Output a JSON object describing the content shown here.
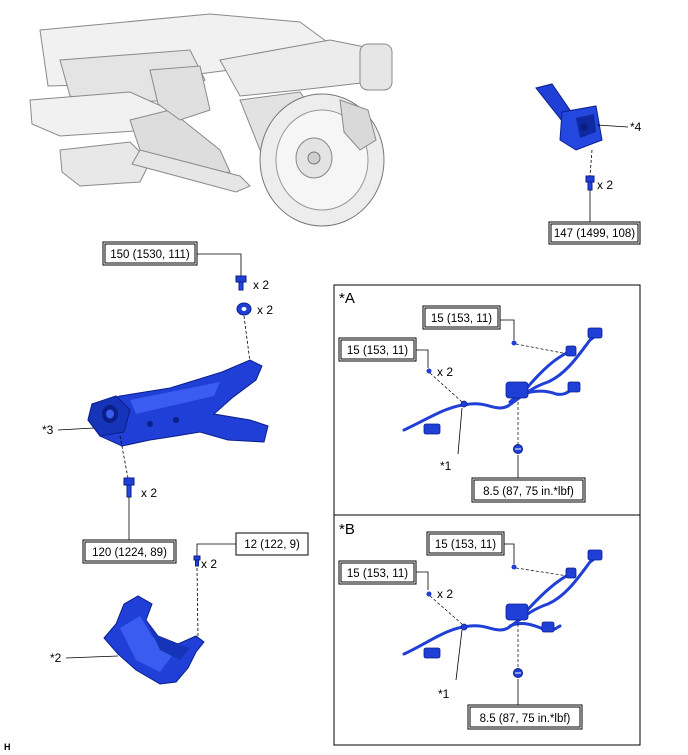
{
  "torques": {
    "suspension_mount": "147 (1499, 108)",
    "arm_upper_bolt": "150 (1530, 111)",
    "arm_lower_bolt": "120 (1224, 89)",
    "cover_screw": "12 (122, 9)",
    "a_clamp_upper": "15 (153, 11)",
    "a_clamp_left": "15 (153, 11)",
    "a_bolt": "8.5 (87, 75 in.*lbf)",
    "b_clamp_upper": "15 (153, 11)",
    "b_clamp_left": "15 (153, 11)",
    "b_bolt": "8.5 (87, 75 in.*lbf)"
  },
  "quantities": {
    "mount_bolts": "x 2",
    "arm_upper_bolts": "x 2",
    "arm_washers": "x 2",
    "arm_lower_bolts": "x 2",
    "cover_screws": "x 2",
    "a_clamps": "x 2",
    "b_clamps": "x 2"
  },
  "callouts": {
    "mount": "*4",
    "arm": "*3",
    "cover": "*2",
    "a_harness": "*1",
    "b_harness": "*1"
  },
  "views": {
    "a": "*A",
    "b": "*B"
  },
  "corner_mark": "H",
  "colors": {
    "part_blue": "#1f3fd6",
    "part_dark": "#0b1f8a",
    "outline": "#000000"
  }
}
